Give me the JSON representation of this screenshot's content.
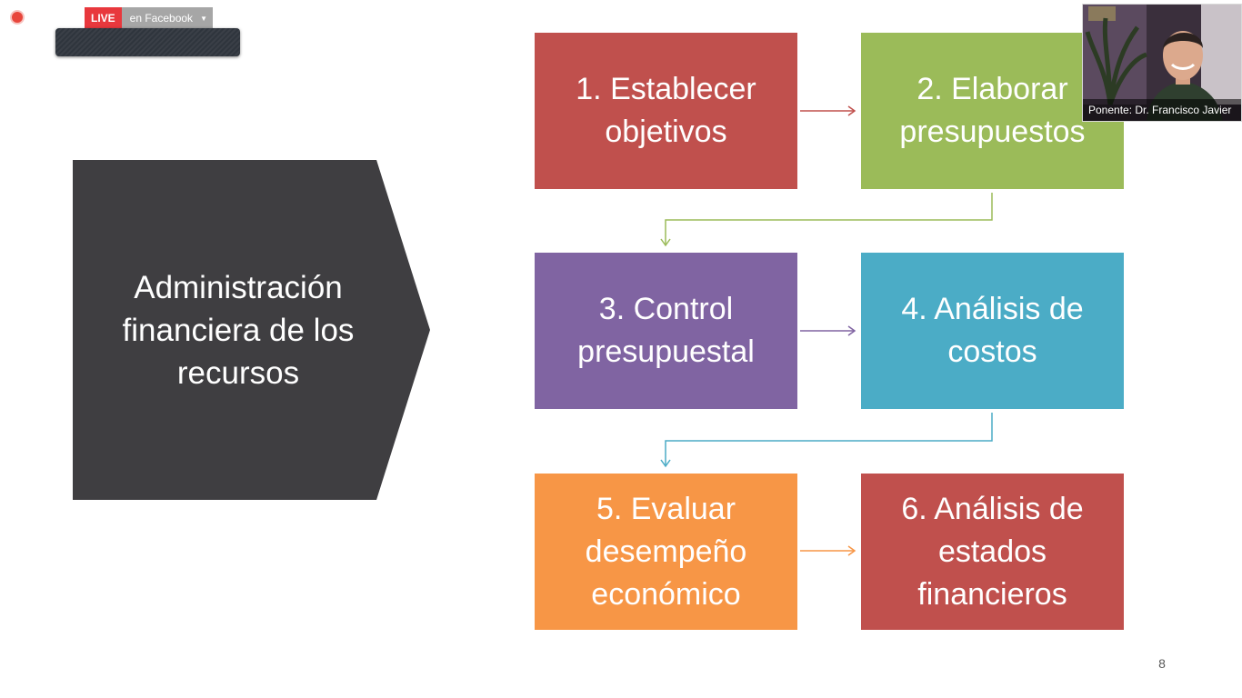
{
  "stream": {
    "live_label": "LIVE",
    "destination": "en Facebook"
  },
  "slide": {
    "main_label": "Administración financiera de los recursos",
    "steps": [
      {
        "label": "1. Establecer objetivos",
        "color": "#c0504d"
      },
      {
        "label": "2. Elaborar presupuestos",
        "color": "#9bbb59"
      },
      {
        "label": "3. Control presupuestal",
        "color": "#8064a2"
      },
      {
        "label": "4. Análisis de costos",
        "color": "#4bacc6"
      },
      {
        "label": "5. Evaluar desempeño económico",
        "color": "#f79646"
      },
      {
        "label": "6. Análisis de estados financieros",
        "color": "#c0504d"
      }
    ],
    "page_number": "8"
  },
  "camera": {
    "speaker_caption": "Ponente: Dr. Francisco Javier"
  }
}
